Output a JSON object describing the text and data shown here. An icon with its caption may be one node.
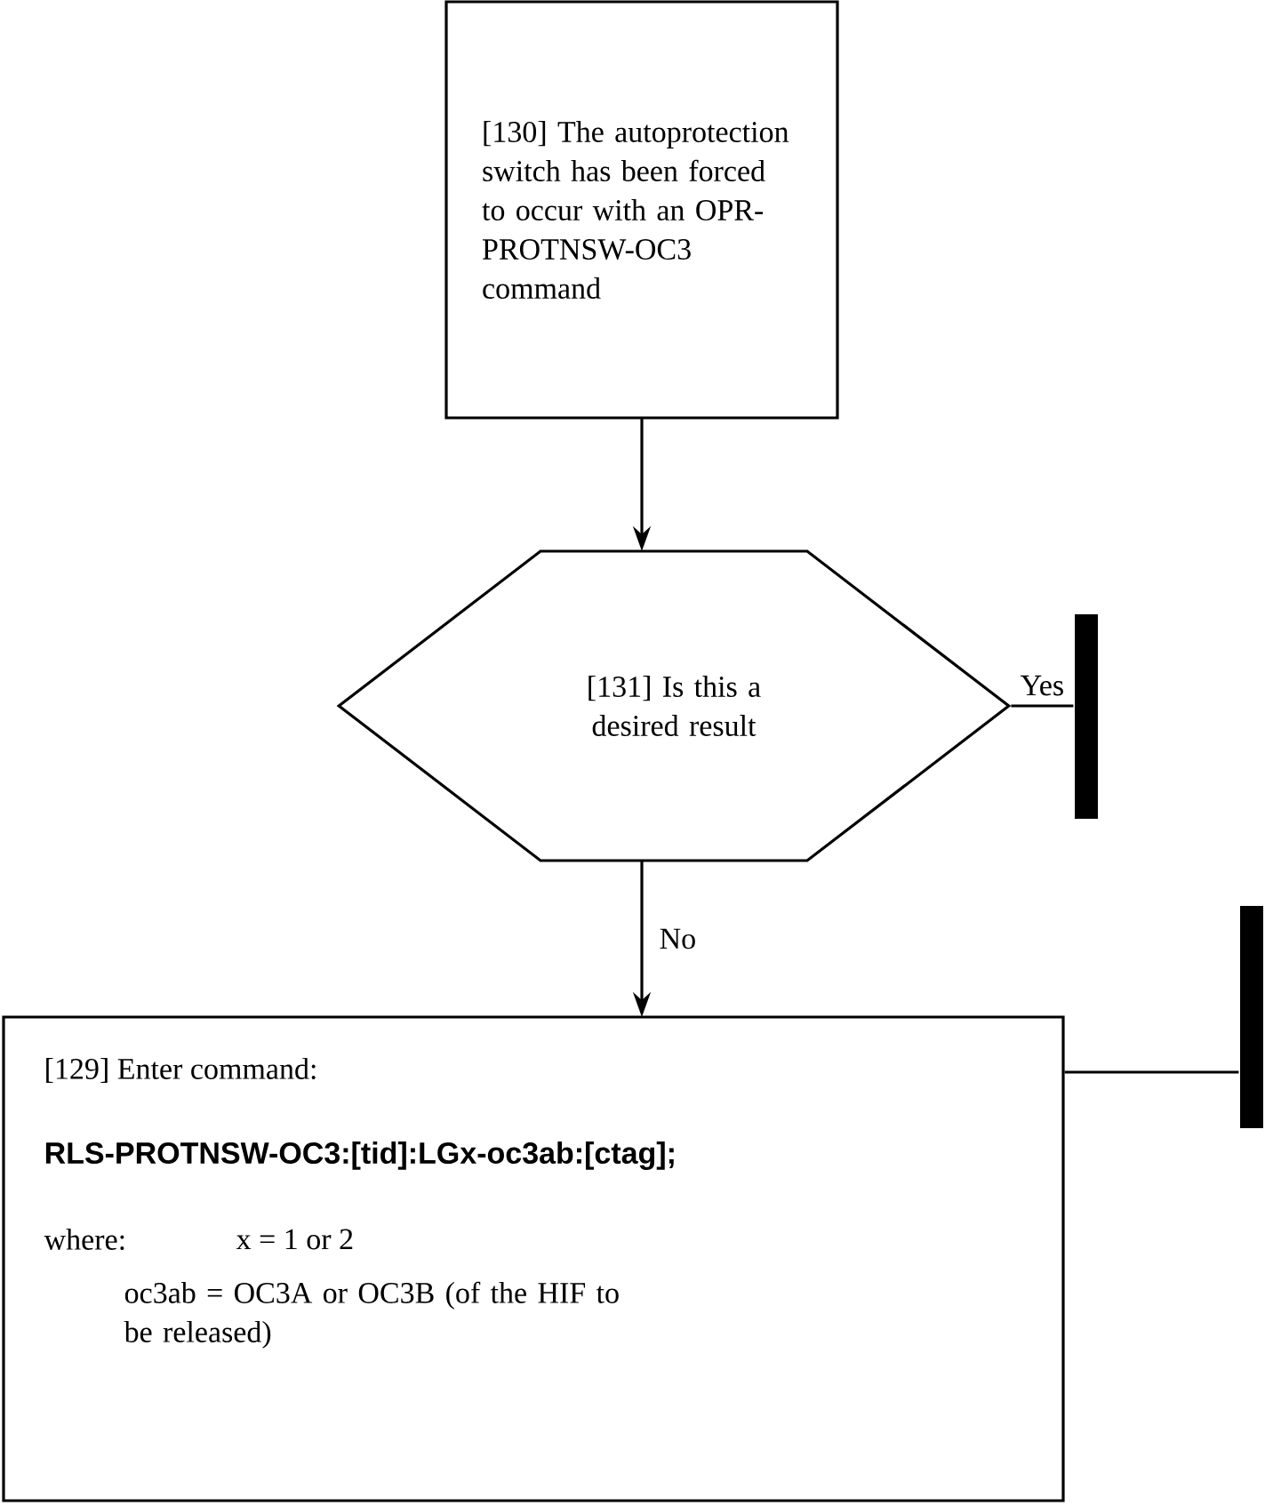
{
  "diagram": {
    "nodes": [
      {
        "text": [
          "[130] The autoprotection switch has been forced to occur with an OPR-PROTNSW-OC3 command"
        ]
      },
      {
        "text": [
          "[131] Is this a desired result"
        ]
      },
      {
        "text": [],
        "shape": "bar"
      },
      {
        "text": [
          "[129] Enter command:",
          "RLS-PROTNSW-OC3:[tid]:LGx-oc3ab:[ctag];",
          "where:",
          "x = 1 or 2",
          "oc3ab = OC3A or OC3B (of the HIF to be released)"
        ]
      },
      {
        "text": [],
        "shape": "bar"
      }
    ],
    "edges": [
      {
        "from": 0,
        "to": 1,
        "arrow": "to"
      },
      {
        "from": 1,
        "to": 2,
        "arrow": "none",
        "label": "Yes"
      },
      {
        "from": 1,
        "to": 3,
        "arrow": "to",
        "label": "No"
      },
      {
        "from": 3,
        "to": 4,
        "arrow": "none"
      }
    ]
  }
}
